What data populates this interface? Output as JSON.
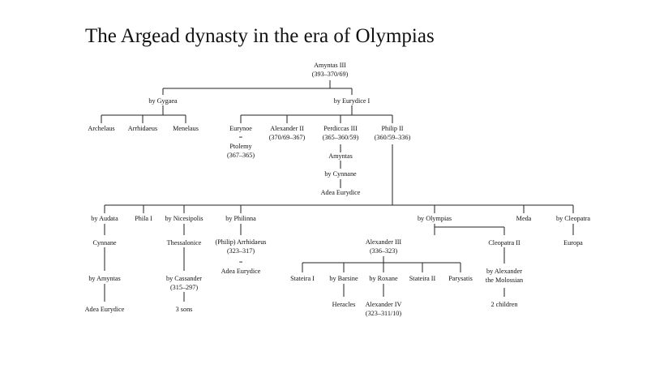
{
  "title": "The Argead dynasty in the era of Olympias",
  "nodes": {
    "amyntas_iii": [
      "Amyntas III",
      "(393–370/69)"
    ],
    "by_gygaea": [
      "by Gygaea"
    ],
    "by_eurydice_i": [
      "by Eurydice I"
    ],
    "archelaus": [
      "Archelaus"
    ],
    "arrhidaeus": [
      "Arrhidaeus"
    ],
    "menelaus": [
      "Menelaus"
    ],
    "eurynoe": [
      "Eurynoe",
      "=",
      "Ptolemy",
      "(367–365)"
    ],
    "alexander_ii": [
      "Alexander II",
      "(370/69–367)"
    ],
    "perdiccas_iii": [
      "Perdiccas III",
      "(365–360/59)"
    ],
    "philip_ii": [
      "Philip II",
      "(360/59–336)"
    ],
    "amyntas": [
      "Amyntas"
    ],
    "by_cynnane_1": [
      "by Cynnane"
    ],
    "adea_eurydice_1": [
      "Adea Eurydice"
    ],
    "by_audata": [
      "by Audata"
    ],
    "phila_i": [
      "Phila I"
    ],
    "by_nicesipolis": [
      "by Nicesipolis"
    ],
    "by_philinna": [
      "by Philinna"
    ],
    "by_olympias": [
      "by Olympias"
    ],
    "meda": [
      "Meda"
    ],
    "by_cleopatra": [
      "by Cleopatra"
    ],
    "cynnane": [
      "Cynnane"
    ],
    "thessalonice": [
      "Thessalonice"
    ],
    "philip_arrhidaeus": [
      "(Philip) Arrhidaeus",
      "(323–317)",
      "=",
      "Adea Eurydice"
    ],
    "alexander_iii": [
      "Alexander III",
      "(336–323)"
    ],
    "cleopatra_ii": [
      "Cleopatra II"
    ],
    "europa": [
      "Europa"
    ],
    "by_amyntas": [
      "by Amyntas"
    ],
    "adea_eurydice_2": [
      "Adea Eurydice"
    ],
    "by_cassander": [
      "by Cassander",
      "(315–297)"
    ],
    "three_sons": [
      "3 sons"
    ],
    "stateira_i": [
      "Stateira I"
    ],
    "by_barsine": [
      "by Barsine"
    ],
    "by_roxane": [
      "by Roxane"
    ],
    "stateira_ii": [
      "Stateira II"
    ],
    "parysatis": [
      "Parysatis"
    ],
    "heracles": [
      "Heracles"
    ],
    "alexander_iv": [
      "Alexander IV",
      "(323–311/10)"
    ],
    "by_alexander_molossian": [
      "by Alexander",
      "the Molossian"
    ],
    "two_children": [
      "2 children"
    ]
  }
}
